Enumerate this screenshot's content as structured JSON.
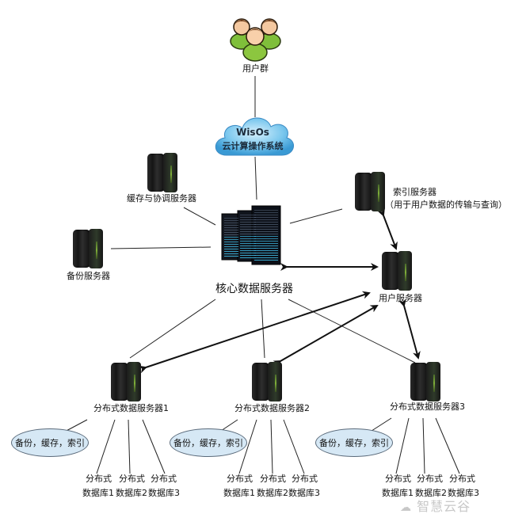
{
  "diagram": {
    "user_group": {
      "label": "用户群",
      "icon": "users-group-icon"
    },
    "cloud": {
      "title": "WisOs",
      "subtitle": "云计算操作系统"
    },
    "core_server": {
      "label": "核心数据服务器"
    },
    "cache_server": {
      "label": "缓存与协调服务器"
    },
    "backup_server": {
      "label": "备份服务器"
    },
    "index_server": {
      "label": "索引服务器",
      "note": "（用于用户数据的传输与查询）"
    },
    "user_server": {
      "label": "用户服务器"
    },
    "distributed_servers": [
      {
        "label": "分布式数据服务器1",
        "bubble": "备份，缓存，索引",
        "databases": [
          {
            "line1": "分布式",
            "line2": "数据库1"
          },
          {
            "line1": "分布式",
            "line2": "数据库2"
          },
          {
            "line1": "分布式",
            "line2": "数据库3"
          }
        ]
      },
      {
        "label": "分布式数据服务器2",
        "bubble": "备份，缓存，索引",
        "databases": [
          {
            "line1": "分布式",
            "line2": "数据库1"
          },
          {
            "line1": "分布式",
            "line2": "数据库2"
          },
          {
            "line1": "分布式",
            "line2": "数据库3"
          }
        ]
      },
      {
        "label": "分布式数据服务器3",
        "bubble": "备份，缓存，索引",
        "databases": [
          {
            "line1": "分布式",
            "line2": "数据库1"
          },
          {
            "line1": "分布式",
            "line2": "数据库2"
          },
          {
            "line1": "分布式",
            "line2": "数据库3"
          }
        ]
      }
    ],
    "watermark": "智慧云谷",
    "colors": {
      "cloud": "#5bb8e8",
      "bubble": "#d6e8f5",
      "user_green": "#8cc63f",
      "line": "#222222"
    }
  }
}
